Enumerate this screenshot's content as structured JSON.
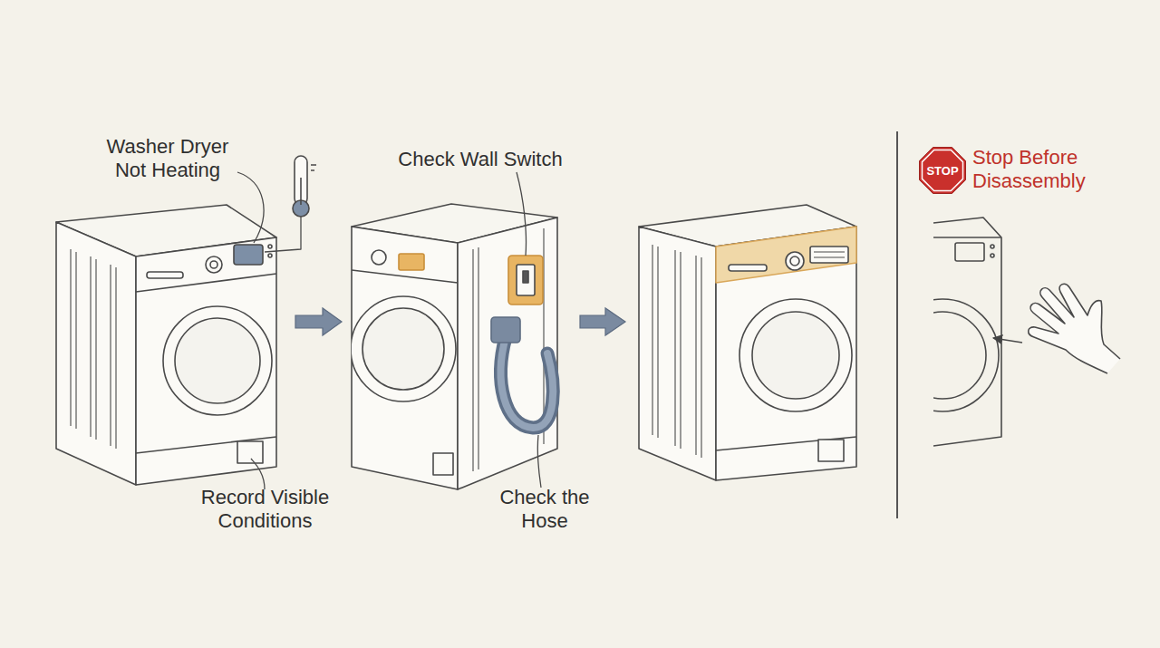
{
  "diagram": {
    "nodes": [
      {
        "text": [
          "STOP"
        ]
      }
    ],
    "labels": [
      "Washer Dryer Not Heating",
      "Record Visible Conditions",
      "Check Wall Switch",
      "Check the Hose",
      "Stop Before Disassembly"
    ]
  }
}
